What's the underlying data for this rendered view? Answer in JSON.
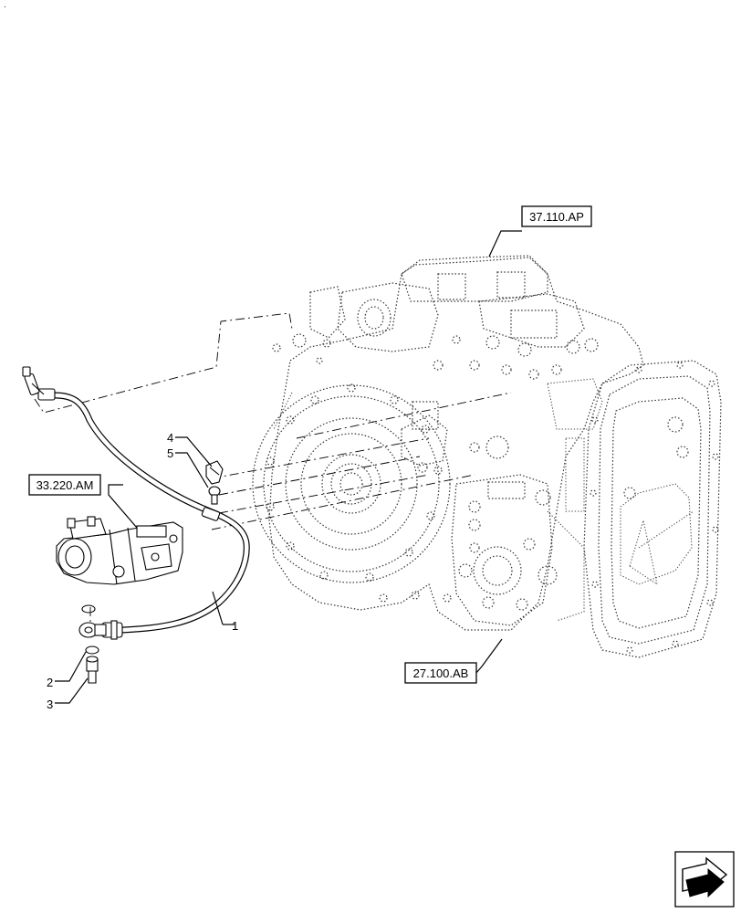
{
  "corner_mark": "·",
  "references": [
    {
      "id": "ref-top",
      "label": "37.110.AP"
    },
    {
      "id": "ref-left",
      "label": "33.220.AM"
    },
    {
      "id": "ref-bottom",
      "label": "27.100.AB"
    }
  ],
  "callouts": [
    {
      "id": "callout-1",
      "label": "1"
    },
    {
      "id": "callout-2",
      "label": "2"
    },
    {
      "id": "callout-3",
      "label": "3"
    },
    {
      "id": "callout-4",
      "label": "4"
    },
    {
      "id": "callout-5",
      "label": "5"
    }
  ],
  "nav_icon": "next-page-arrow-icon"
}
